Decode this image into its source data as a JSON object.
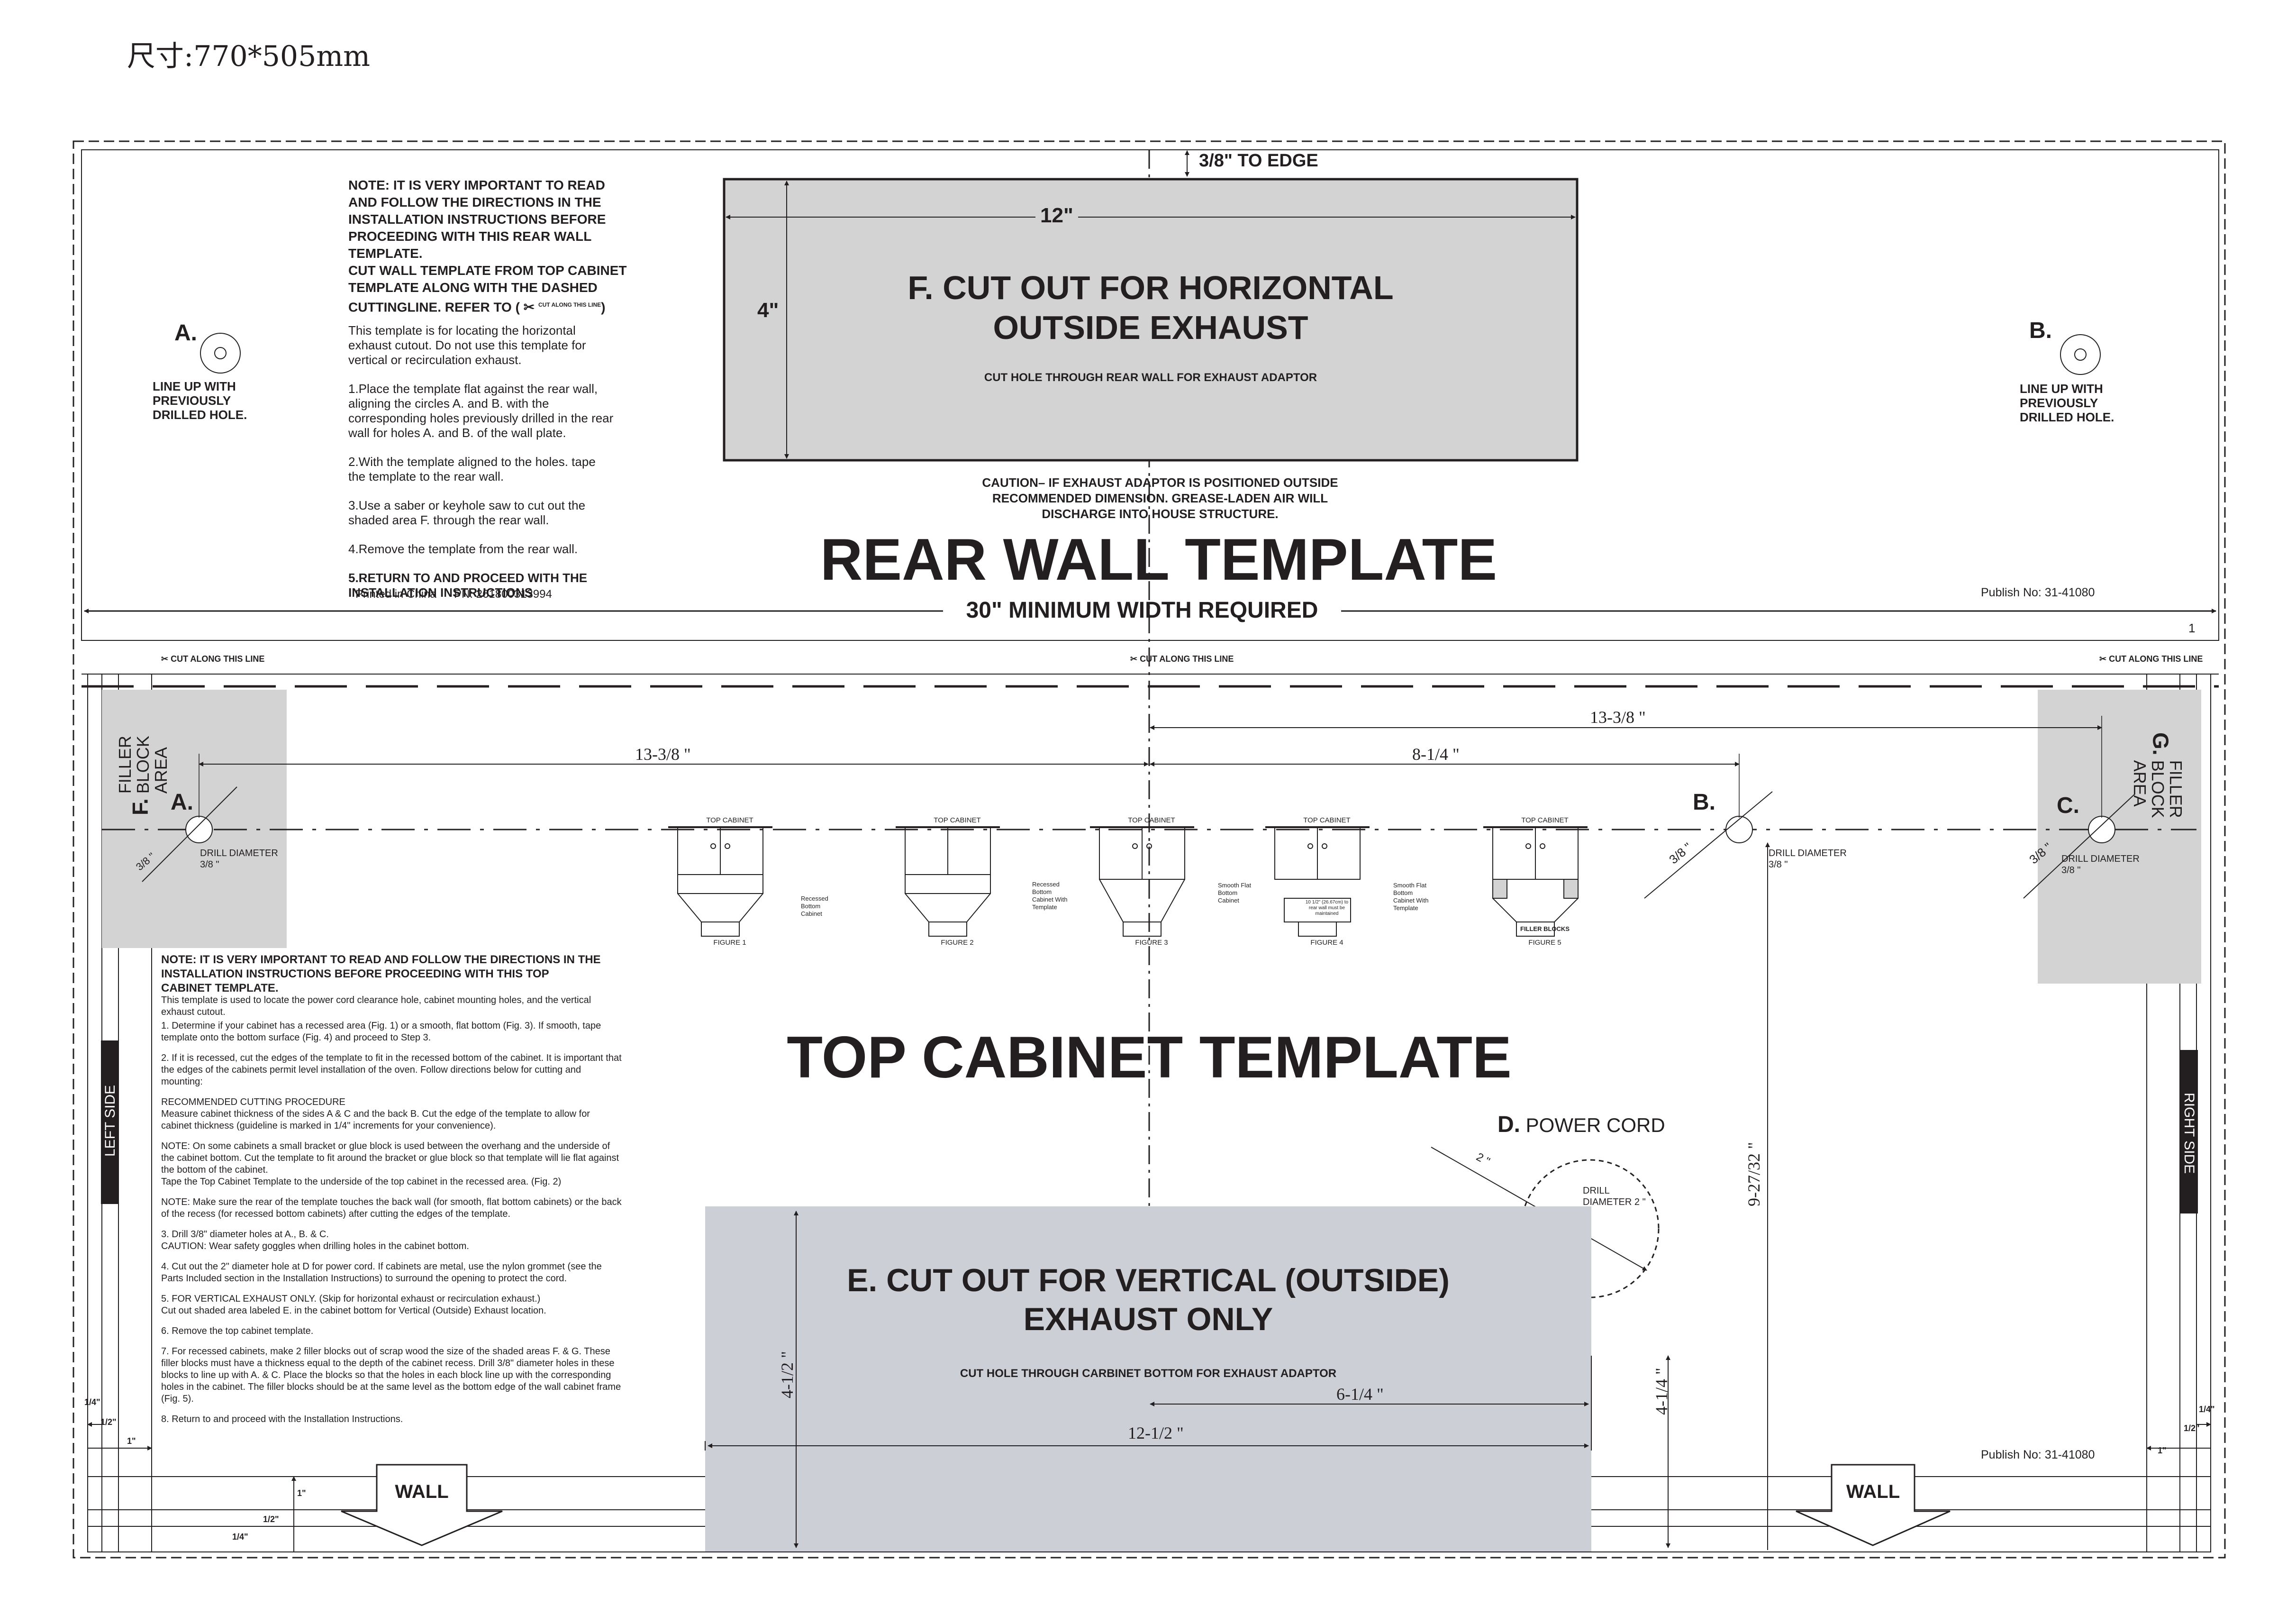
{
  "size_note": "尺寸:770*505mm",
  "rear": {
    "to_edge": "3/8\" TO EDGE",
    "note_head": [
      "NOTE: IT IS VERY IMPORTANT TO READ",
      "AND FOLLOW THE DIRECTIONS IN THE",
      "INSTALLATION INSTRUCTIONS BEFORE",
      "PROCEEDING WITH THIS REAR WALL",
      "TEMPLATE.",
      "CUT WALL TEMPLATE FROM TOP CABINET",
      "TEMPLATE ALONG WITH THE DASHED",
      "CUTTINGLINE. REFER TO  (",
      "CUT ALONG THIS LINE",
      ")"
    ],
    "intro": "This template is for locating the horizontal exhaust cutout. Do not use this template for vertical or recirculation exhaust.",
    "steps": [
      "1.Place the template flat against the rear wall, aligning the circles A. and B. with the corresponding holes previously drilled in the rear wall for holes A. and B. of the wall plate.",
      "2.With the template aligned to the holes. tape the template to the rear wall.",
      "3.Use a saber or keyhole saw to cut out the shaded area F. through the rear wall.",
      "4.Remove the template from the rear wall.",
      "5.RETURN TO AND PROCEED WITH THE INSTALLATION INSTRUCTIONS"
    ],
    "printed": "Printed in China",
    "pn": "PN: 261800313994",
    "hole_a": "A.",
    "hole_b": "B.",
    "line_up": "LINE UP WITH PREVIOUSLY DRILLED HOLE.",
    "cutout_title_1": "F. CUT OUT FOR HORIZONTAL",
    "cutout_title_2": "OUTSIDE EXHAUST",
    "cutout_sub": "CUT HOLE THROUGH REAR WALL FOR EXHAUST ADAPTOR",
    "dim_width": "12\"",
    "dim_height": "4\"",
    "caution": [
      "CAUTION– IF EXHAUST ADAPTOR IS POSITIONED OUTSIDE",
      "RECOMMENDED DIMENSION.  GREASE-LADEN AIR WILL",
      "DISCHARGE INTO HOUSE STRUCTURE."
    ],
    "title": "REAR WALL TEMPLATE",
    "min_width": "30\" MINIMUM WIDTH REQUIRED",
    "publish": "Publish No: 31-41080",
    "page": "1"
  },
  "top": {
    "cut_line": "CUT ALONG THIS LINE",
    "filler_f_letter": "F.",
    "filler_f": "FILLER BLOCK AREA",
    "filler_g_letter": "G.",
    "filler_g": "FILLER BLOCK AREA",
    "hole_a": "A.",
    "hole_b": "B.",
    "hole_c": "C.",
    "drill": "DRILL DIAMETER 3/8 \"",
    "three_eighths": "3/8 \"",
    "dim_left": "13-3/8 \"",
    "dim_right_top": "13-3/8 \"",
    "dim_mid": "8-1/4 \"",
    "figures": [
      {
        "top": "TOP CABINET",
        "name": "FIGURE 1",
        "note": "Recessed Bottom Cabinet"
      },
      {
        "top": "TOP CABINET",
        "name": "FIGURE 2",
        "note": "Recessed Bottom Cabinet With Template"
      },
      {
        "top": "TOP CABINET",
        "name": "FIGURE 3",
        "note": "Smooth Flat Bottom Cabinet"
      },
      {
        "top": "TOP CABINET",
        "name": "FIGURE 4",
        "note": "Smooth Flat Bottom Cabinet With Template"
      },
      {
        "top": "TOP CABINET",
        "name": "FIGURE 5",
        "note": "FILLER BLOCKS"
      }
    ],
    "fig4_inner": "10 1/2\" (26.67cm) to rear wall must be maintained",
    "note_head": "NOTE: IT IS VERY IMPORTANT TO READ AND FOLLOW THE DIRECTIONS IN THE INSTALLATION INSTRUCTIONS BEFORE PROCEEDING WITH THIS TOP CABINET TEMPLATE.",
    "paragraphs": [
      "This template is used to locate the power cord clearance hole, cabinet mounting holes, and the vertical exhaust cutout.",
      "1. Determine if your cabinet has a recessed area (Fig. 1) or a smooth, flat bottom (Fig. 3). If smooth, tape template onto the bottom surface (Fig. 4) and proceed to Step 3.",
      "2. If it is recessed, cut the edges of the template to fit in the recessed bottom of the cabinet. It is important that the edges of the cabinets permit level installation of the oven. Follow directions below for cutting and mounting:",
      "RECOMMENDED CUTTING PROCEDURE",
      "Measure cabinet thickness of the sides A & C and the back B. Cut the edge of the template to allow for cabinet thickness (guideline is marked in 1/4\" increments for your convenience).",
      "NOTE: On some cabinets a small bracket or glue block is used between the overhang and the underside of the cabinet bottom. Cut the template to fit around the bracket or glue block so that template will lie flat against the bottom of the cabinet.",
      "Tape the Top Cabinet Template to the underside of the top cabinet in the recessed area. (Fig. 2)",
      "NOTE: Make sure the rear of the template touches the back wall (for smooth, flat bottom cabinets) or the back of the recess (for recessed bottom cabinets) after cutting the edges of the template.",
      "3. Drill 3/8\" diameter holes at A., B. & C.",
      "CAUTION: Wear safety goggles when drilling holes in the cabinet bottom.",
      "4. Cut out the 2\" diameter hole at D for power cord. If cabinets are metal, use the nylon grommet (see the Parts Included section in the Installation Instructions) to surround the opening to protect the cord.",
      "5. FOR VERTICAL EXHAUST ONLY. (Skip for horizontal exhaust or recirculation exhaust.)",
      "Cut out shaded area labeled E. in the cabinet bottom for Vertical (Outside) Exhaust location.",
      "6. Remove the top cabinet template.",
      "7. For recessed cabinets, make 2 filler blocks out of scrap wood the size of the shaded areas F. & G. These filler blocks must have a thickness equal to the depth of the cabinet recess. Drill 3/8\" diameter holes in these blocks to line up with A. & C. Place the blocks so that the holes in each block line up with the corresponding holes in the cabinet. The filler blocks should be at the same level as the bottom edge of the wall cabinet frame (Fig. 5).",
      "8. Return to and proceed with the Installation Instructions."
    ],
    "title": "TOP CABINET TEMPLATE",
    "power_letter": "D.",
    "power_cord": "POWER CORD",
    "two_inch": "2 \"",
    "drill2": "DRILL DIAMETER 2 \"",
    "dim_vertical": "9-27/32 \"",
    "cutout_title_1": "E. CUT OUT FOR VERTICAL (OUTSIDE)",
    "cutout_title_2": "EXHAUST ONLY",
    "cutout_sub": "CUT HOLE THROUGH CARBINET BOTTOM FOR EXHAUST ADAPTOR",
    "dim_e_height": "4-1/2 \"",
    "dim_e_right": "4-1/4 \"",
    "dim_e_half": "6-1/4 \"",
    "dim_e_width": "12-1/2 \"",
    "left_side": "LEFT SIDE",
    "right_side": "RIGHT SIDE",
    "wall": "WALL",
    "publish": "Publish No: 31-41080",
    "q1": "1/4\"",
    "q2": "1/2\"",
    "q3": "1\""
  },
  "colors": {
    "shade": "#d3d3d3",
    "ink": "#231f20",
    "bar": "#231f20"
  }
}
